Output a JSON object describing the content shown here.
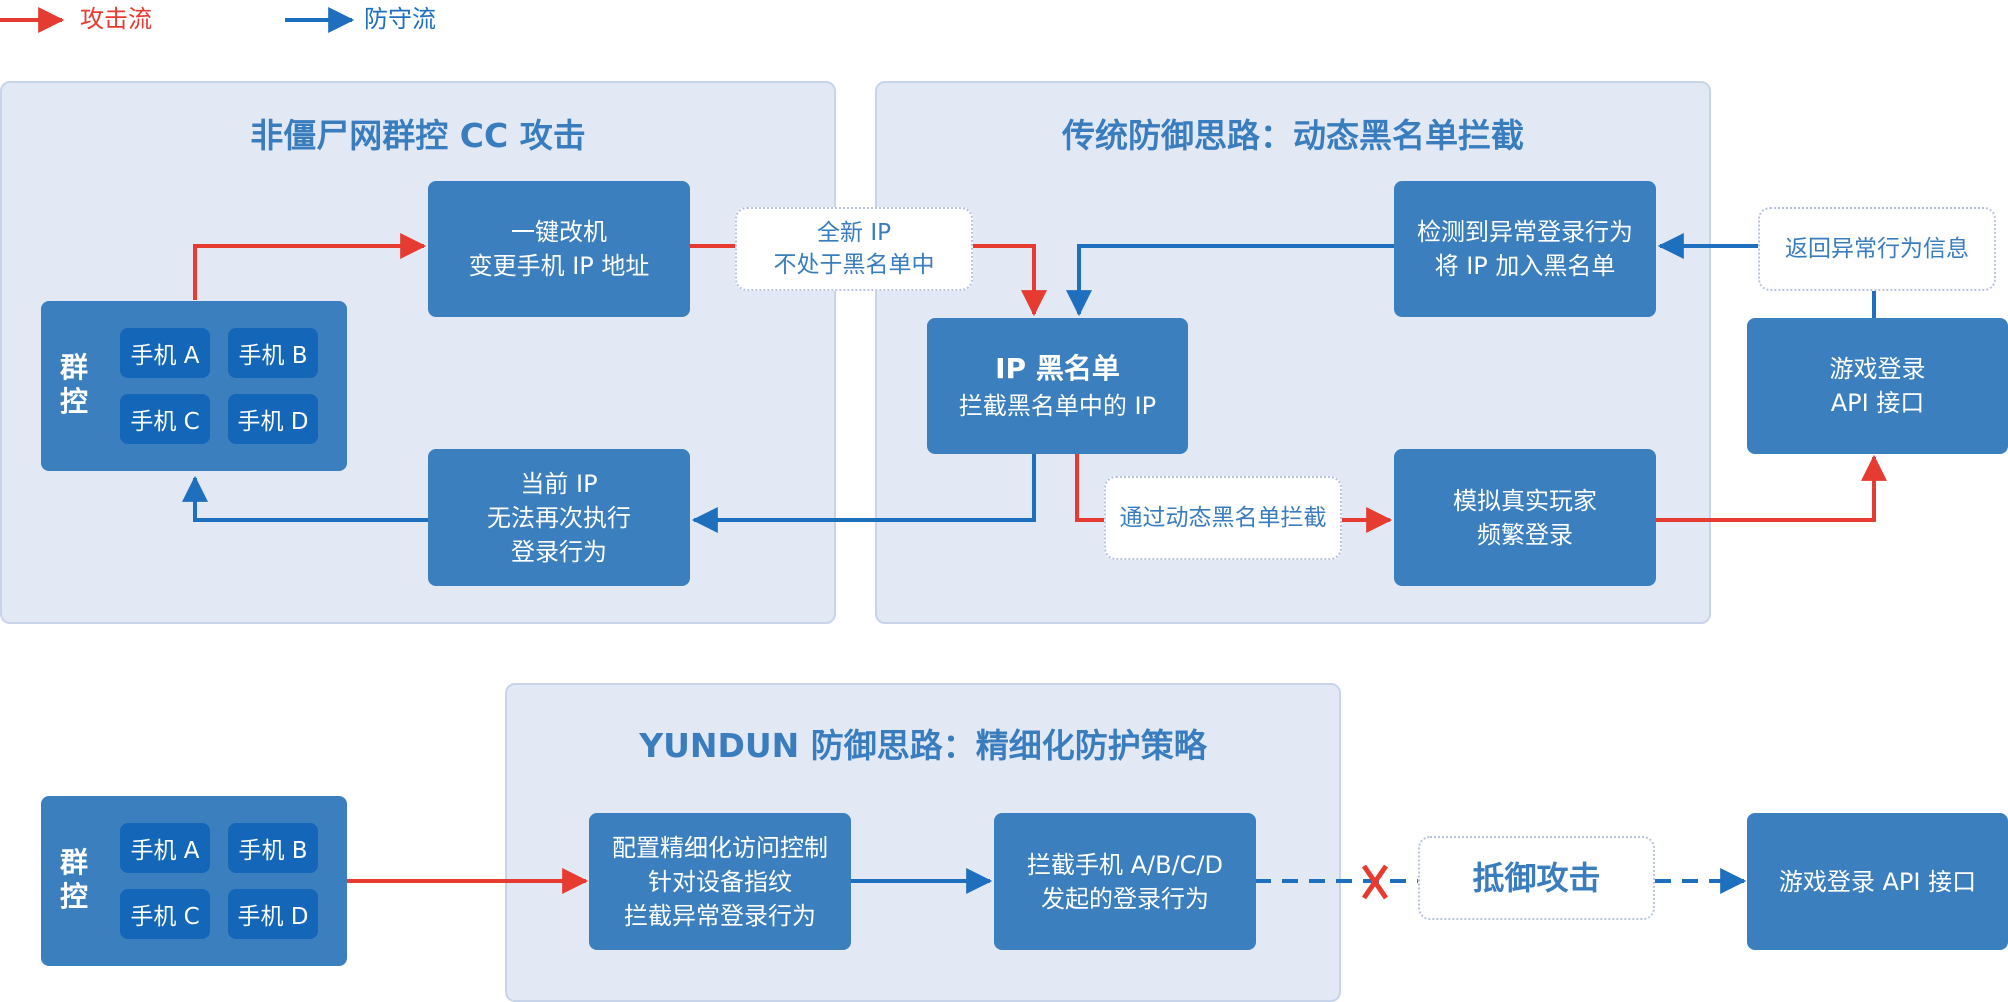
{
  "legend": {
    "attack": {
      "label": "攻击流",
      "color": "#e53b30"
    },
    "defense": {
      "label": "防守流",
      "color": "#1f6fbf"
    }
  },
  "panels": {
    "zombie": {
      "title": "非僵尸网群控 CC 攻击"
    },
    "traditional": {
      "title": "传统防御思路：动态黑名单拦截"
    },
    "yundun": {
      "title": "YUNDUN 防御思路：精细化防护策略"
    }
  },
  "group": {
    "label_line1": "群",
    "label_line2": "控",
    "phones": [
      "手机 A",
      "手机 B",
      "手机 C",
      "手机 D"
    ]
  },
  "boxes": {
    "one_click": {
      "line1": "一键改机",
      "line2": "变更手机 IP 地址"
    },
    "current_ip": {
      "line1": "当前 IP",
      "line2": "无法再次执行",
      "line3": "登录行为"
    },
    "blacklist": {
      "title": "IP 黑名单",
      "subtitle": "拦截黑名单中的 IP"
    },
    "detect": {
      "line1": "检测到异常登录行为",
      "line2": "将 IP 加入黑名单"
    },
    "simulate": {
      "line1": "模拟真实玩家",
      "line2": "频繁登录"
    },
    "game_api": {
      "line1": "游戏登录",
      "line2": "API 接口"
    },
    "config": {
      "line1": "配置精细化访问控制",
      "line2": "针对设备指纹",
      "line3": "拦截异常登录行为"
    },
    "block_phones": {
      "line1": "拦截手机 A/B/C/D",
      "line2": "发起的登录行为"
    },
    "game_api_bottom": {
      "label": "游戏登录 API 接口"
    }
  },
  "notes": {
    "new_ip": {
      "line1": "全新 IP",
      "line2": "不处于黑名单中"
    },
    "return_info": {
      "label": "返回异常行为信息"
    },
    "pass_dynamic": {
      "label": "通过动态黑名单拦截"
    },
    "resist": {
      "label": "抵御攻击"
    }
  },
  "colors": {
    "panel_bg": "#e2e9f5",
    "box_bg": "#3b7fbe",
    "chip_bg": "#1366b8",
    "title_text": "#3a7dbf"
  }
}
